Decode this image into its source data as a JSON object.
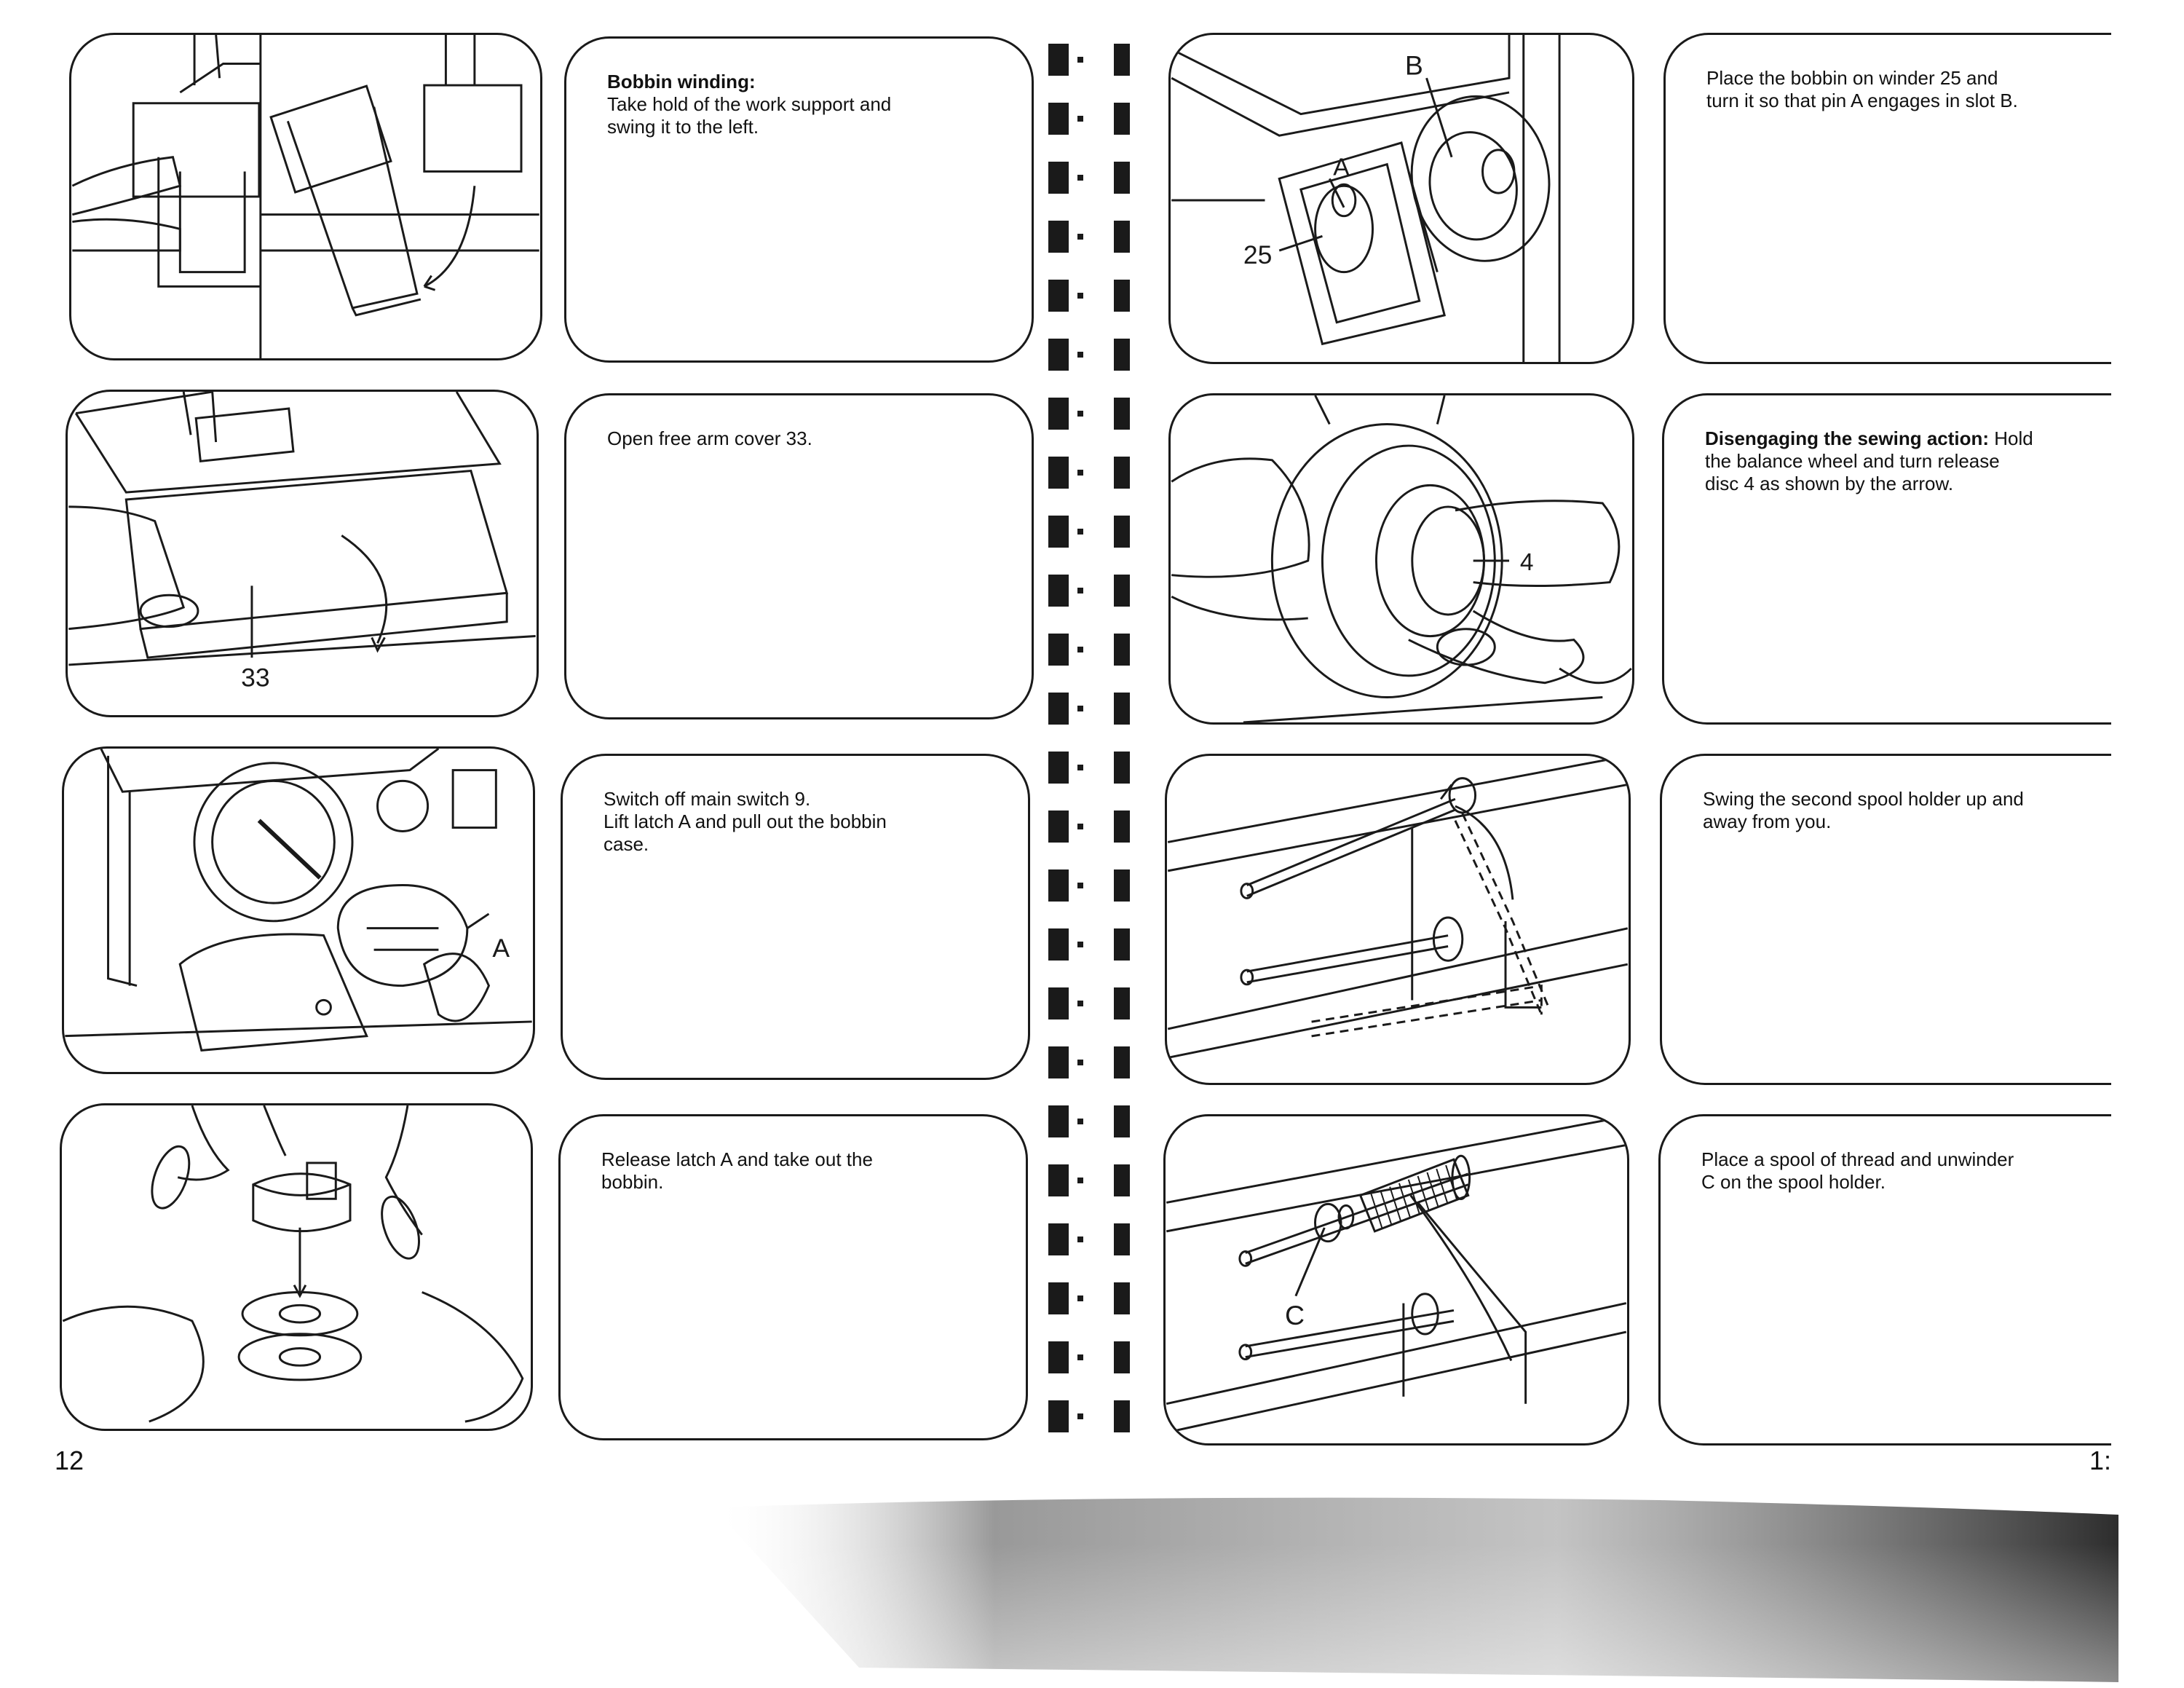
{
  "pages": {
    "left_number": "12",
    "right_number": "1:"
  },
  "steps": [
    {
      "heading": "Bobbin winding:",
      "lines": [
        "Take hold of the work support and",
        "swing it to the left."
      ]
    },
    {
      "heading": "",
      "lines": [
        "Open free arm cover 33."
      ],
      "illustration_label": "33"
    },
    {
      "heading": "",
      "lines": [
        "Switch off main switch 9.",
        "Lift latch A and pull out the bobbin",
        "case."
      ],
      "illustration_label": "A"
    },
    {
      "heading": "",
      "lines": [
        "Release latch A and take out the",
        "bobbin."
      ]
    },
    {
      "heading": "",
      "lines": [
        "Place the bobbin on winder 25 and",
        "turn it so that pin A engages in slot B."
      ],
      "illustration_labels": [
        "A",
        "B",
        "25"
      ]
    },
    {
      "heading": "Disengaging the sewing action:",
      "heading_tail": " Hold",
      "lines": [
        "the balance wheel and turn release",
        "disc 4 as shown by the arrow."
      ],
      "illustration_label": "4"
    },
    {
      "heading": "",
      "lines": [
        "Swing the second spool holder up and",
        "away from you."
      ]
    },
    {
      "heading": "",
      "lines": [
        "Place a spool of thread and unwinder",
        "C on the spool holder."
      ],
      "illustration_label": "C"
    }
  ],
  "colors": {
    "ink": "#1a1a1a",
    "paper": "#ffffff"
  }
}
